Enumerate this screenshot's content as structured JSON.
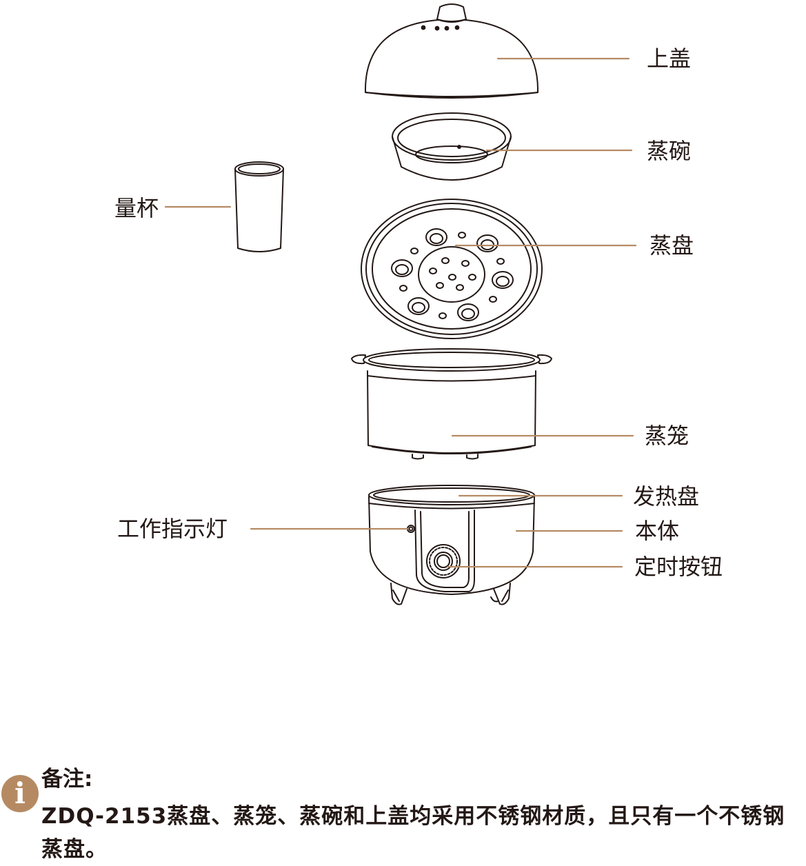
{
  "labels": {
    "lid": "上盖",
    "steam_bowl": "蒸碗",
    "steam_tray": "蒸盘",
    "measuring_cup": "量杯",
    "steamer_basket": "蒸笼",
    "heating_plate": "发热盘",
    "main_body": "本体",
    "indicator_light": "工作指示灯",
    "timer_knob": "定时按钮"
  },
  "note": {
    "title": "备注:",
    "body": "ZDQ-2153蒸盘、蒸笼、蒸碗和上盖均采用不锈钢材质，且只有一个不锈钢蒸盘。"
  },
  "colors": {
    "leader_line": "#b58a63",
    "outline": "#231815",
    "info_icon_bg": "#b58a63"
  },
  "icons": {
    "note_icon": "info-icon"
  }
}
